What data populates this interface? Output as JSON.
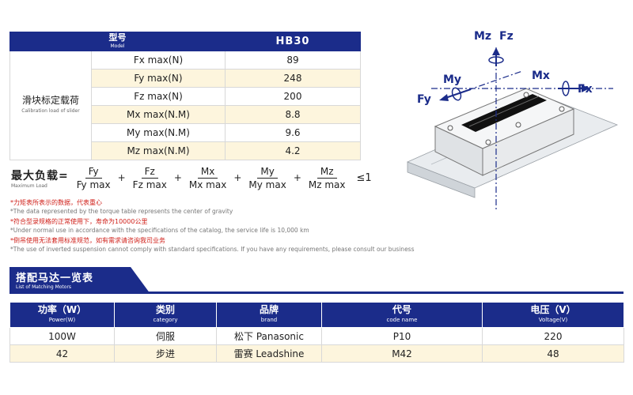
{
  "load_table": {
    "header": {
      "label": "型号",
      "label_en": "Model",
      "model": "HB30"
    },
    "row_label": "滑块标定载荷",
    "row_label_en": "Calibration load of slider",
    "rows": [
      {
        "quantity": "Fx max(N)",
        "value": "89"
      },
      {
        "quantity": "Fy max(N)",
        "value": "248"
      },
      {
        "quantity": "Fz max(N)",
        "value": "200"
      },
      {
        "quantity": "Mx max(N.M)",
        "value": "8.8"
      },
      {
        "quantity": "My max(N.M)",
        "value": "9.6"
      },
      {
        "quantity": "Mz max(N.M)",
        "value": "4.2"
      }
    ]
  },
  "formula": {
    "label": "最大负载=",
    "label_en": "Maximum Load",
    "terms": [
      {
        "num": "Fy",
        "den": "Fy max"
      },
      {
        "num": "Fz",
        "den": "Fz max"
      },
      {
        "num": "Mx",
        "den": "Mx max"
      },
      {
        "num": "My",
        "den": "My max"
      },
      {
        "num": "Mz",
        "den": "Mz max"
      }
    ],
    "plus": "+",
    "comparison": "≤1"
  },
  "notes": [
    {
      "text": "*力矩表所表示的数据，代表重心",
      "color": "red"
    },
    {
      "text": "*The data represented by the torque table represents the center of gravity",
      "color": "gray"
    },
    {
      "text": "*符合型录规格的正常使用下，寿命为10000公里",
      "color": "red"
    },
    {
      "text": "*Under normal use in accordance with the specifications of the catalog, the service life is 10,000 km",
      "color": "gray"
    },
    {
      "text": "*倒吊使用无法套用标准规范，如有需求请咨询我司业务",
      "color": "red"
    },
    {
      "text": "*The use of inverted suspension cannot comply with standard specifications. If you have any requirements, please consult our business",
      "color": "gray"
    }
  ],
  "diagram": {
    "labels": {
      "mz": "Mz",
      "fz": "Fz",
      "my": "My",
      "fy": "Fy",
      "mx": "Mx",
      "fx": "Fx"
    }
  },
  "motor_section": {
    "title": "搭配马达一览表",
    "title_en": "List of Matching Motors",
    "columns": [
      {
        "label": "功率（W）",
        "label_en": "Power(W)"
      },
      {
        "label": "类别",
        "label_en": "category"
      },
      {
        "label": "品牌",
        "label_en": "brand"
      },
      {
        "label": "代号",
        "label_en": "code name"
      },
      {
        "label": "电压（V）",
        "label_en": "Voltage(V)"
      }
    ],
    "rows": [
      [
        "100W",
        "伺服",
        "松下 Panasonic",
        "P10",
        "220"
      ],
      [
        "42",
        "步进",
        "雷赛 Leadshine",
        "M42",
        "48"
      ]
    ]
  },
  "colors": {
    "primary": "#1b2c8a",
    "accent_row": "#fdf5dd",
    "note_red": "#d0201a"
  }
}
